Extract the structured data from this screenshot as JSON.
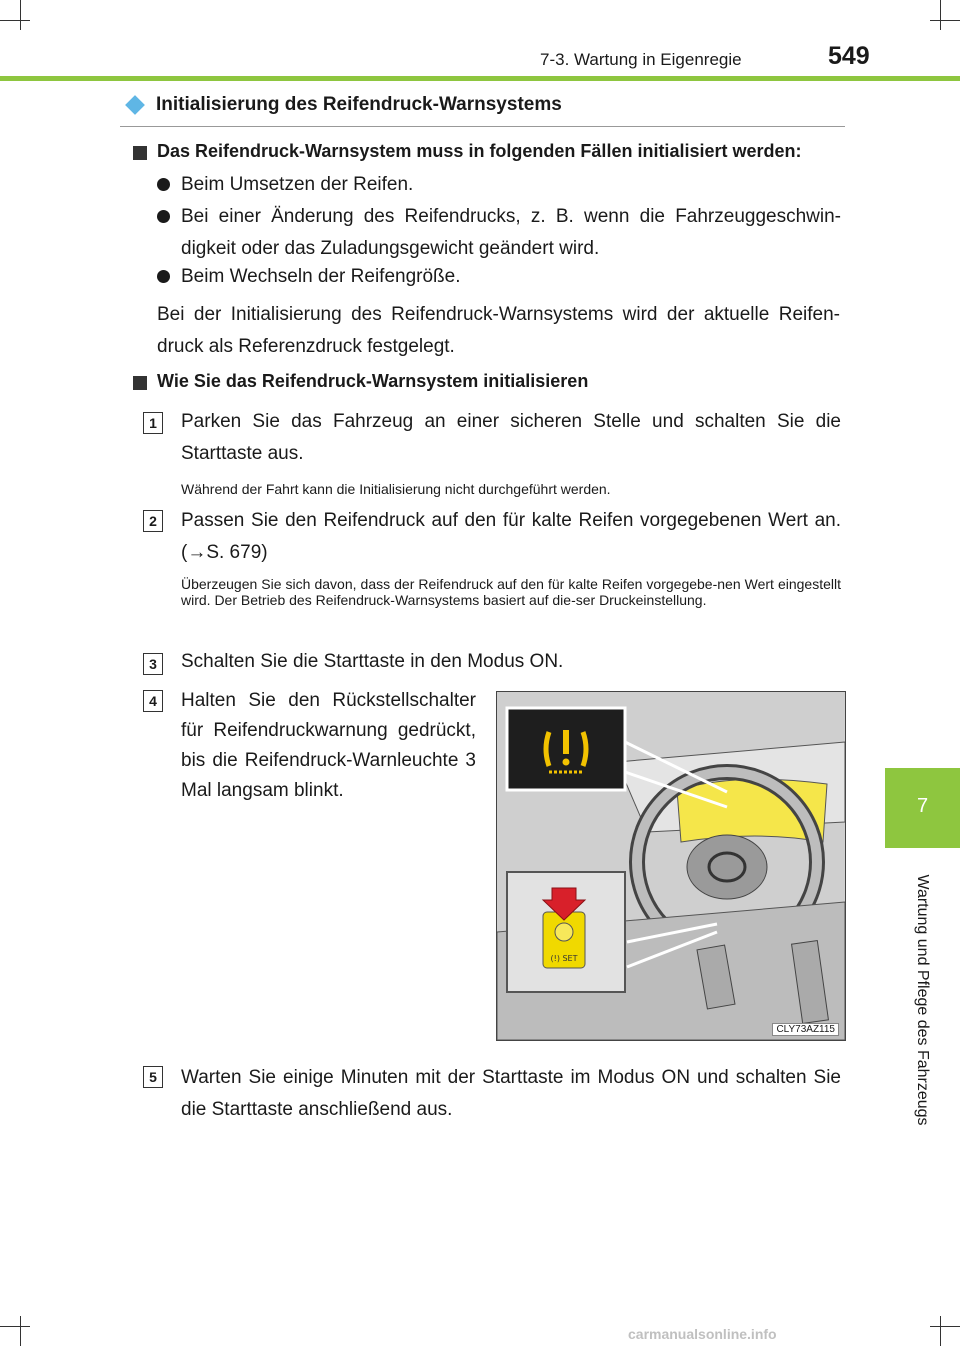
{
  "header": {
    "section": "7-3. Wartung in Eigenregie",
    "page_number": "549",
    "accent_color": "#8ec63f"
  },
  "side_tab": {
    "number": "7",
    "label": "Wartung und Pflege des Fahrzeugs"
  },
  "section": {
    "title": "Initialisierung des Reifendruck-Warnsystems",
    "diamond_color": "#5fb6e5"
  },
  "when": {
    "heading": "Das Reifendruck-Warnsystem muss in folgenden Fällen initialisiert werden:",
    "bullets": [
      "Beim Umsetzen der Reifen.",
      "Bei einer Änderung des Reifendrucks, z. B. wenn die Fahrzeuggeschwin-digkeit oder das Zuladungsgewicht geändert wird.",
      "Beim Wechseln der Reifengröße."
    ],
    "paragraph": "Bei der Initialisierung des Reifendruck-Warnsystems wird der aktuelle Reifen-druck als Referenzdruck festgelegt."
  },
  "how": {
    "heading": "Wie Sie das Reifendruck-Warnsystem initialisieren",
    "steps": [
      {
        "num": "1",
        "text": "Parken Sie das Fahrzeug an einer sicheren Stelle und schalten Sie die Starttaste aus.",
        "note": "Während der Fahrt kann die Initialisierung nicht durchgeführt werden."
      },
      {
        "num": "2",
        "text": "Passen Sie den Reifendruck auf den für kalte Reifen vorgegebenen Wert an. (→S. 679)",
        "note": "Überzeugen Sie sich davon, dass der Reifendruck auf den für kalte Reifen vorgegebe-nen Wert eingestellt wird. Der Betrieb des Reifendruck-Warnsystems basiert auf die-ser Druckeinstellung."
      },
      {
        "num": "3",
        "text": "Schalten Sie die Starttaste in den Modus ON."
      },
      {
        "num": "4",
        "text": "Halten Sie den Rückstellschalter für Reifendruckwarnung gedrückt, bis die Reifendruck-Warnleuchte 3 Mal langsam blinkt."
      },
      {
        "num": "5",
        "text": "Warten Sie einige Minuten mit der Starttaste im Modus ON und schalten Sie die Starttaste anschließend aus."
      }
    ]
  },
  "figure": {
    "code": "CLY73AZ115",
    "switch_label": "SET",
    "warning_symbol": "(!)"
  },
  "footer": {
    "watermark": "carmanualsonline.info"
  }
}
